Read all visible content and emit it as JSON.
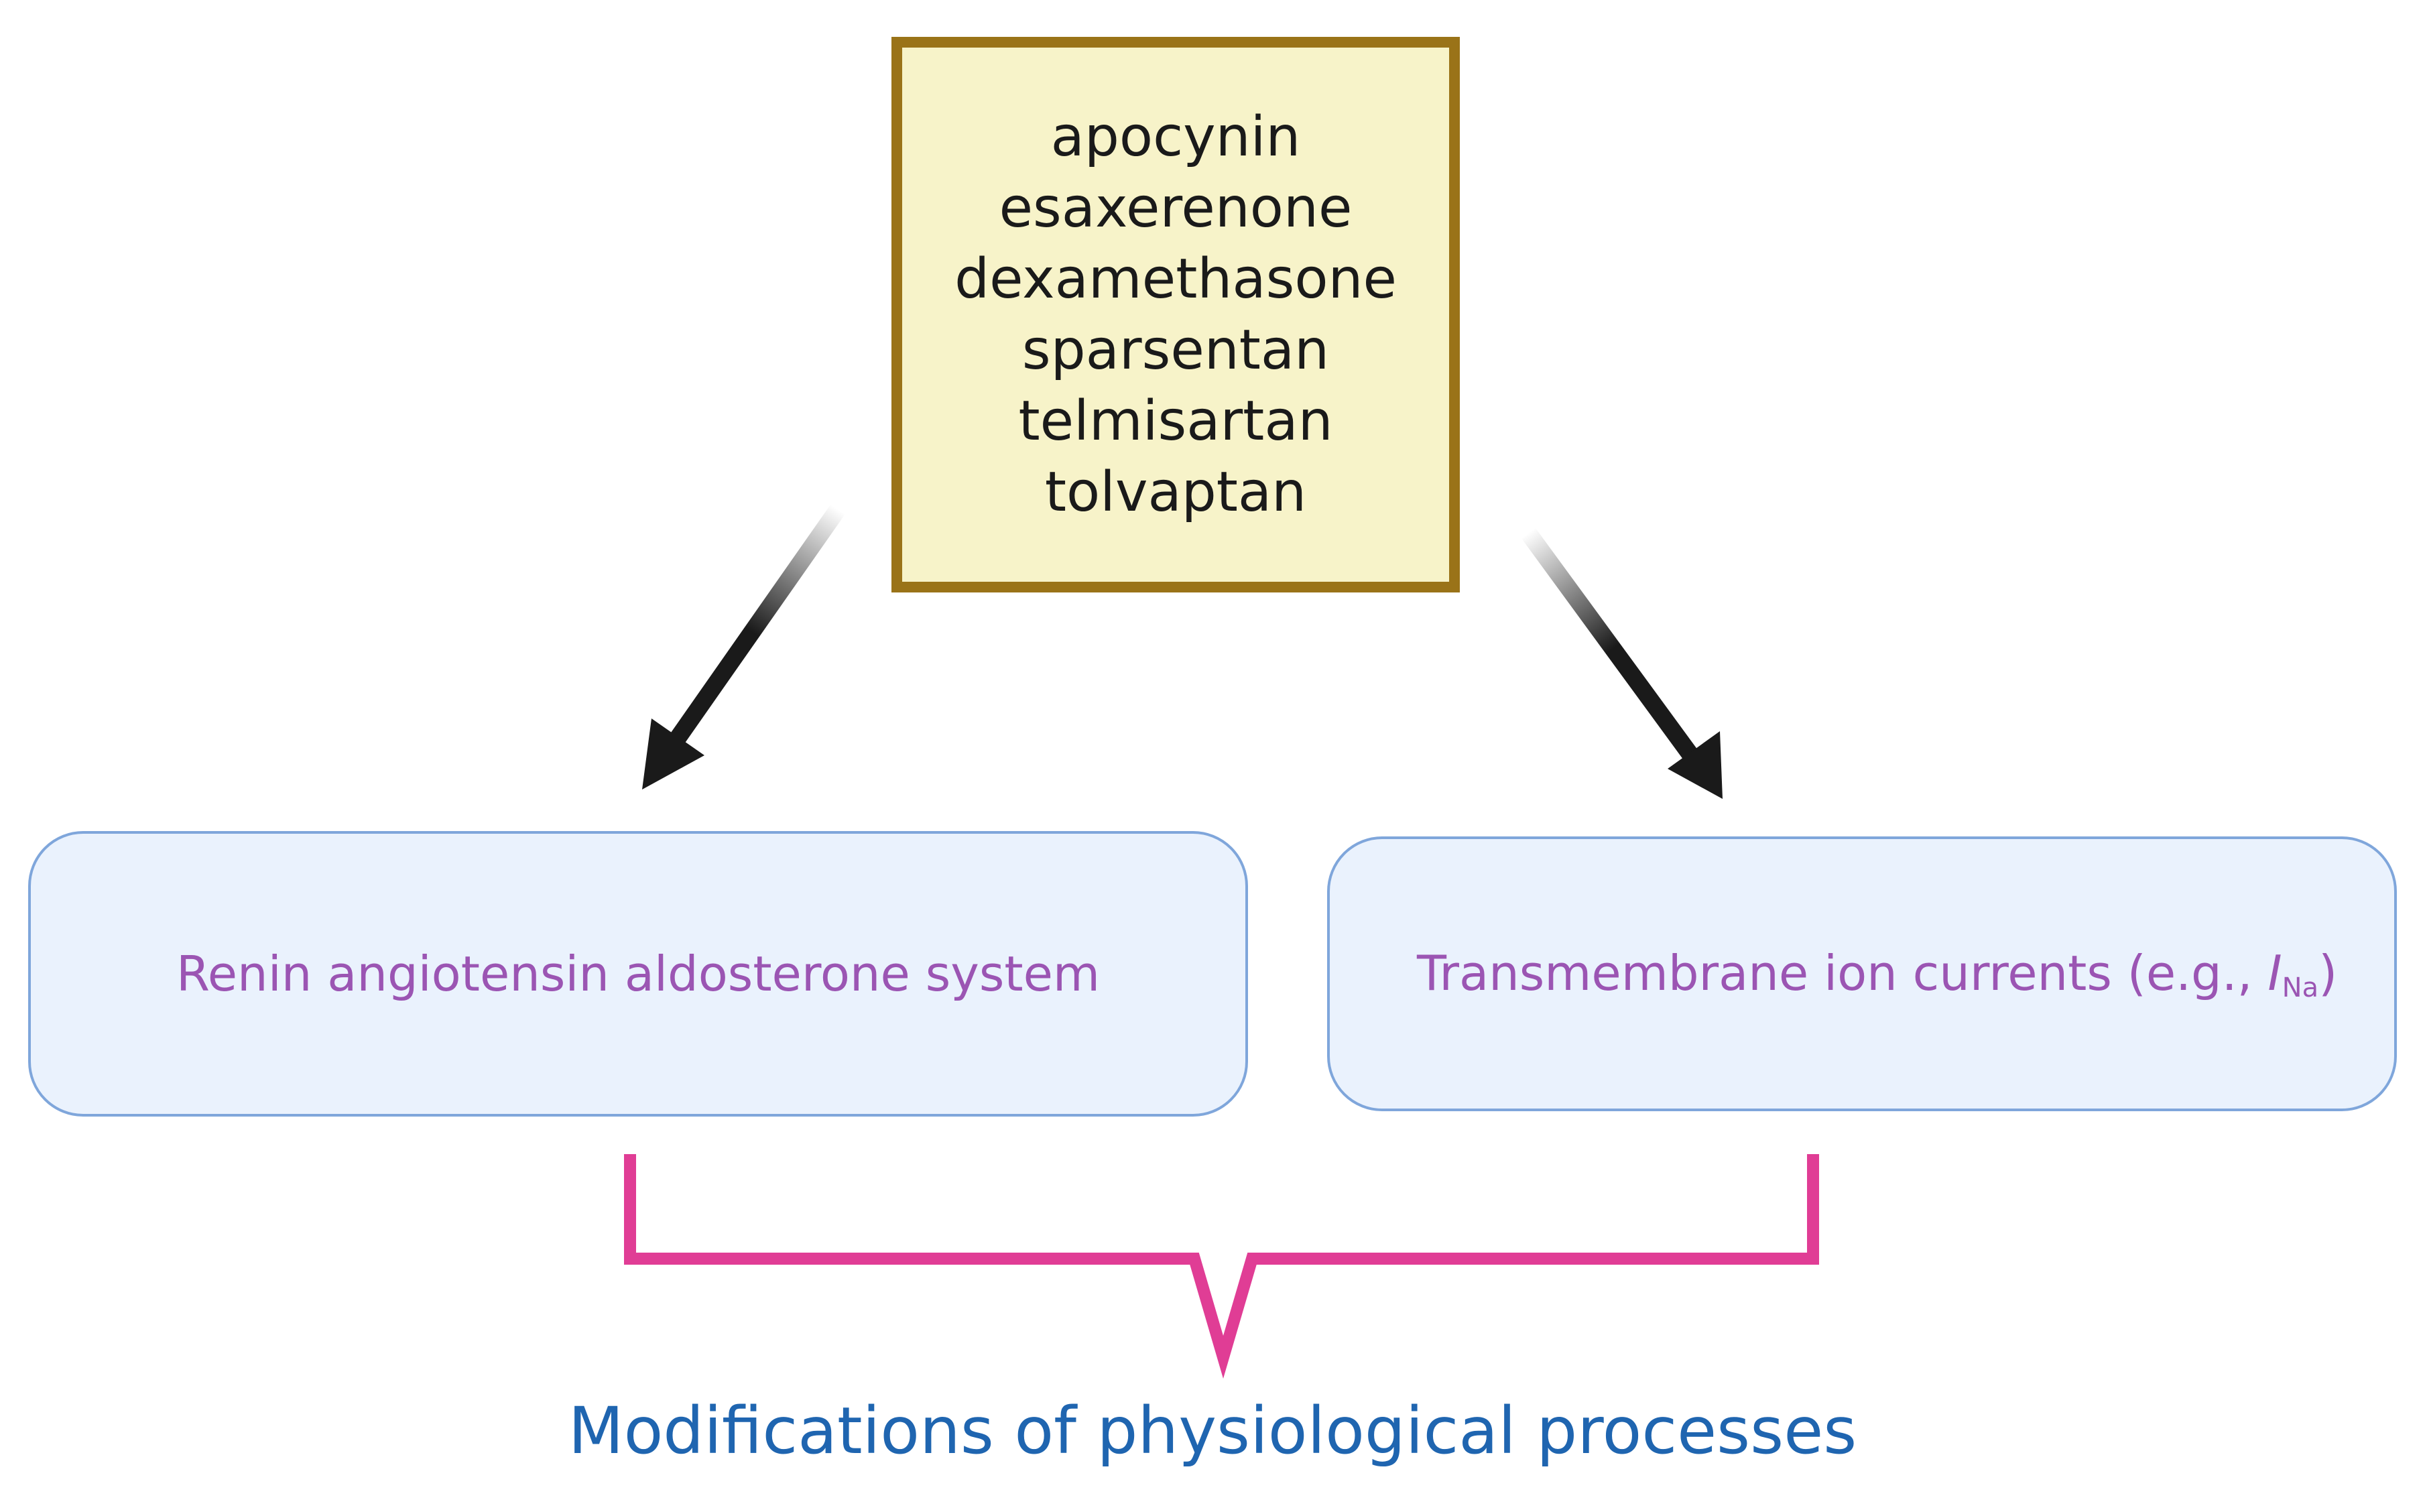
{
  "drugs": [
    "apocynin",
    "esaxerenone",
    "dexamethasone",
    "sparsentan",
    "telmisartan",
    "tolvaptan"
  ],
  "targets": {
    "left": "Renin angiotensin aldosterone system",
    "right": {
      "prefix": "Transmembrane ion currents (e.g., ",
      "symbol": "I",
      "subscript": "Na",
      "suffix": ")"
    }
  },
  "outcome": "Modifications of physiological processes",
  "colors": {
    "drug_box_fill": "#f7f3c9",
    "drug_box_border": "#9a7318",
    "target_box_fill": "#eaf2fd",
    "target_box_border": "#7fa6db",
    "target_text": "#9b55b3",
    "bracket": "#e03d95",
    "outcome_text": "#1f65b0",
    "arrow": "#1a1a1a"
  },
  "icons": [
    "arrow-left-down",
    "arrow-right-down",
    "curly-bracket"
  ]
}
